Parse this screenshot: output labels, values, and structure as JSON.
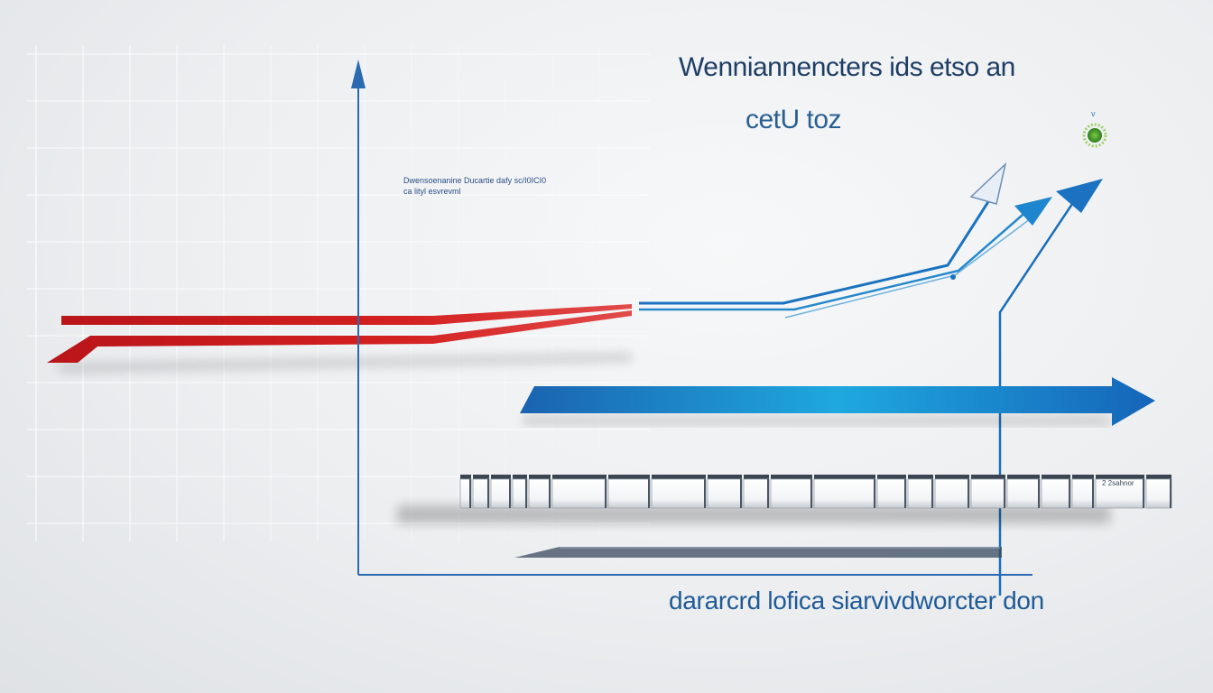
{
  "title": "Wenniannencters  ids etso an",
  "subtitle": "cetU toz",
  "note_line1": "Dwensoenanine Ducartie dafy sc/I0ICI0",
  "note_line2": "ca lityl esvrevml",
  "scale_label": "2 2sahnor",
  "xlabel": "dararcrd lofica siarvivdworcter don",
  "colors": {
    "red": "#cc1b1b",
    "blue": "#1a72c0",
    "light_blue": "#1fa8e0",
    "axis": "#2b6ab0",
    "accent_green": "#4aa82c"
  },
  "icons": {
    "badge": "gear-badge-icon"
  },
  "chart_data": {
    "type": "line",
    "title": "Wenniannencters  ids etso an",
    "subtitle": "cetU toz",
    "xlabel": "dararcrd lofica siarvivdworcter don",
    "ylabel": "",
    "x_axis": "unlabeled",
    "y_axis": "unlabeled",
    "grid": true,
    "legend": "none",
    "series": [
      {
        "style": "red-ribbon-arrow-left",
        "color": "#cc1b1b"
      },
      {
        "style": "blue-rising-arrow",
        "color": "#1a72c0"
      },
      {
        "style": "blue-rising-arrow",
        "color": "#2488cc"
      },
      {
        "style": "blue-rising-arrow",
        "color": "#1a6fb8"
      },
      {
        "style": "blue-wide-arrow-right",
        "color": "#1fa8e0"
      }
    ],
    "bars": "white 3D block row, unlabeled"
  }
}
